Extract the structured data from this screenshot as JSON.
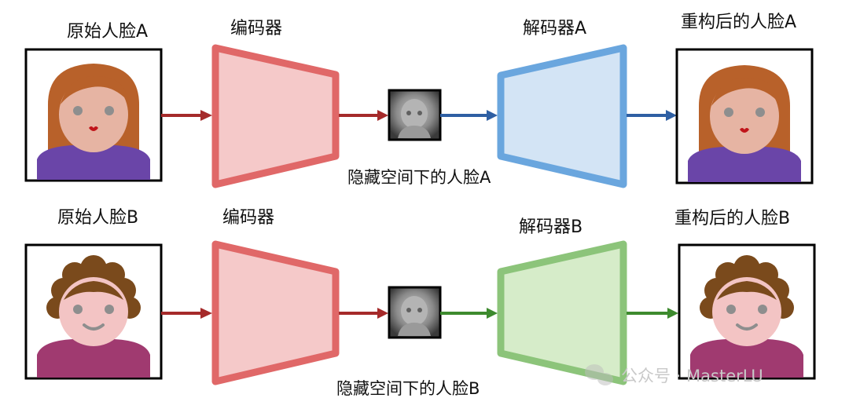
{
  "pipeline_a": {
    "input_label": "原始人脸A",
    "encoder_label": "编码器",
    "latent_label": "隐藏空间下的人脸A",
    "decoder_label": "解码器A",
    "output_label": "重构后的人脸A"
  },
  "pipeline_b": {
    "input_label": "原始人脸B",
    "encoder_label": "编码器",
    "latent_label": "隐藏空间下的人脸B",
    "decoder_label": "解码器B",
    "output_label": "重构后的人脸B"
  },
  "watermark": {
    "text": "公众号 · MasterLU"
  },
  "colors": {
    "encoder_fill": "#f5c9c9",
    "encoder_stroke": "#e06868",
    "decoder_a_fill": "#d3e4f5",
    "decoder_a_stroke": "#6aa6de",
    "decoder_b_fill": "#d6ecc9",
    "decoder_b_stroke": "#8cc47a",
    "arrow_red": "#a52a2a",
    "arrow_blue": "#2e5fa3",
    "arrow_green": "#3d8a2e"
  }
}
